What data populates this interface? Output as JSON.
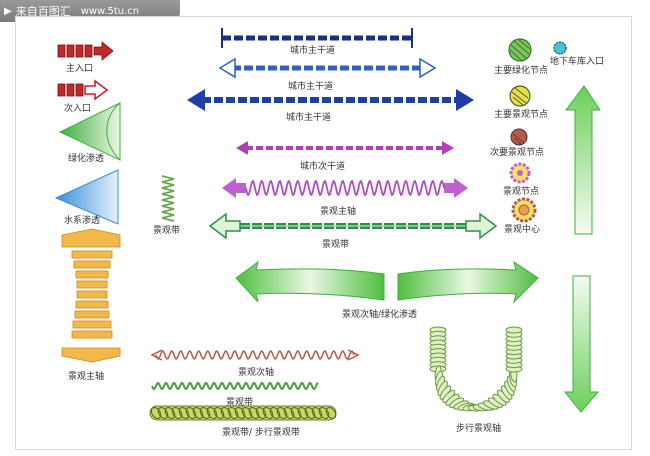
{
  "banner": {
    "title": "来自百图汇",
    "url": "www.5tu.cn",
    "play_icon": "play-icon"
  },
  "labels": {
    "main_entrance": "主入口",
    "secondary_entrance": "次入口",
    "green_penetration": "绿化渗透",
    "water_penetration": "水系渗透",
    "landscape_belt_left": "景观带",
    "landscape_main_axis_left": "景观主轴",
    "city_main_road_1": "城市主干道",
    "city_main_road_2": "城市主干道",
    "city_main_road_3": "城市主干道",
    "city_secondary_road": "城市次干道",
    "landscape_main_axis_center": "景观主轴",
    "landscape_belt_center": "景观带",
    "landscape_secondary_axis_green": "景观次轴/绿化渗透",
    "landscape_secondary_axis_bottom": "景观次轴",
    "landscape_belt_bottom": "景观带",
    "landscape_pedestrian_belt": "景观带/ 步行景观带",
    "pedestrian_landscape_axis": "步行景观轴",
    "main_green_node": "主要绿化节点",
    "underground_parking_entrance": "地下车库入口",
    "main_landscape_node": "主要景观节点",
    "secondary_landscape_node": "次要景观节点",
    "landscape_node": "景观节点",
    "landscape_center": "景观中心"
  },
  "colors": {
    "red": "#c0282a",
    "green": "#5cc44a",
    "light_green": "#dff5d8",
    "blue": "#2f5fc9",
    "dark_blue": "#1a2f8a",
    "light_blue": "#7fb8e6",
    "magenta": "#b33fb8",
    "violet": "#c060d0",
    "dark_green": "#2f8f4a",
    "orange": "#f2b84a",
    "brown": "#b55a4a",
    "olive": "#8fb04a",
    "yellow": "#e8e04a",
    "cyan": "#46c3cf"
  }
}
